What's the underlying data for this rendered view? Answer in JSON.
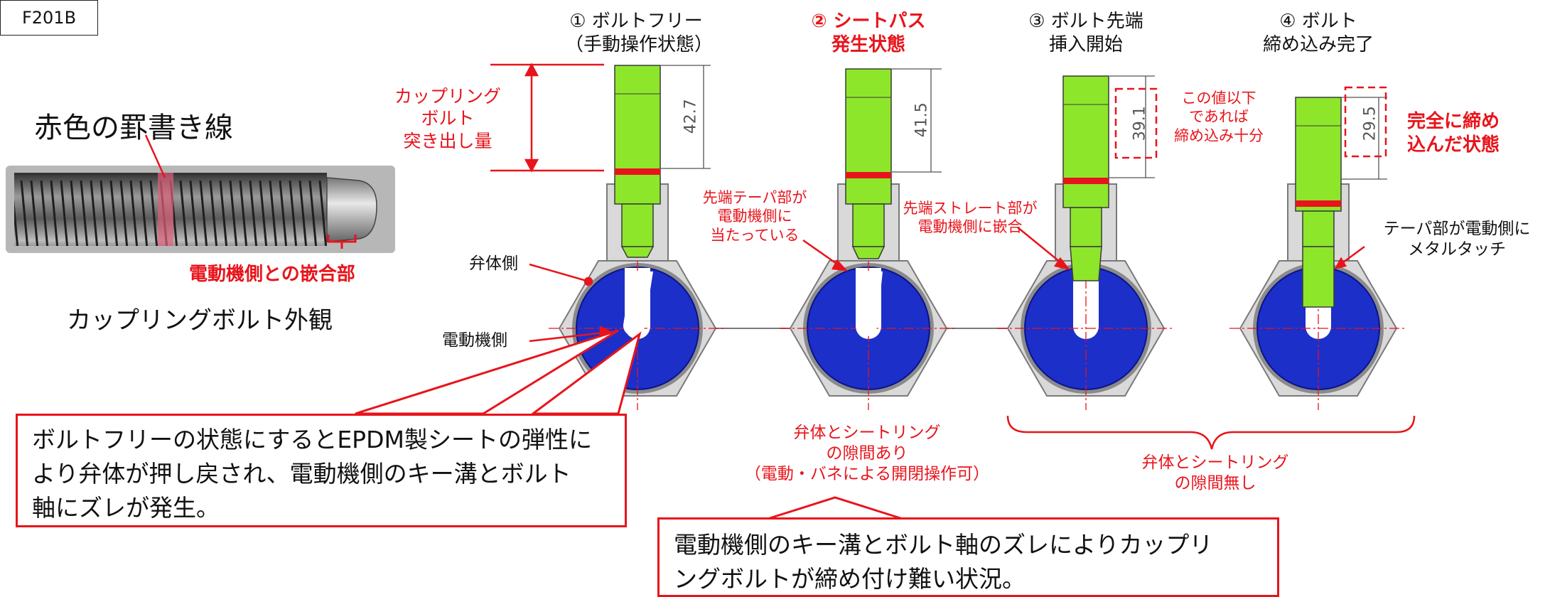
{
  "id_label": "F201B",
  "photo": {
    "scribe_label": "赤色の罫書き線",
    "fit_label": "電動機側との嵌合部",
    "caption": "カップリングボルト外観"
  },
  "steps": [
    {
      "title1": "① ボルトフリー",
      "title2": "（手動操作状態）",
      "highlight": false,
      "dim": "42.7"
    },
    {
      "title1": "② シートパス",
      "title2": "発生状態",
      "highlight": true,
      "dim": "41.5"
    },
    {
      "title1": "③ ボルト先端",
      "title2": "挿入開始",
      "highlight": false,
      "dim": "39.1"
    },
    {
      "title1": "④ ボルト",
      "title2": "締め込み完了",
      "highlight": false,
      "dim": "29.5"
    }
  ],
  "labels": {
    "protrusion": [
      "カップリング",
      "ボルト",
      "突き出し量"
    ],
    "valve_side": "弁体側",
    "motor_side": "電動機側",
    "taper_contact": [
      "先端テーパ部が",
      "電動機側に",
      "当たっている"
    ],
    "straight_fit": [
      "先端ストレート部が",
      "電動機側に嵌合"
    ],
    "threshold": [
      "この値以下",
      "であれば",
      "締め込み十分"
    ],
    "fully_tight": [
      "完全に締め",
      "込んだ状態"
    ],
    "metal_touch": [
      "テーパ部が電動側に",
      "メタルタッチ"
    ],
    "gap_exists": [
      "弁体とシートリング",
      "の隙間あり",
      "（電動・バネによる開閉操作可）"
    ],
    "no_gap": [
      "弁体とシートリング",
      "の隙間無し"
    ]
  },
  "callouts": {
    "left": [
      "ボルトフリーの状態にするとEPDM製シートの弾性に",
      "より弁体が押し戻され、電動機側のキー溝とボルト",
      "軸にズレが発生。"
    ],
    "bottom": [
      "電動機側のキー溝とボルト軸のズレによりカップリ",
      "ングボルトが締め付け難い状況。"
    ]
  },
  "colors": {
    "accent_red": "#e8141b",
    "bolt_green": "#8ee62b",
    "disc_blue": "#1c2fc9",
    "body_gray": "#d8d8d8"
  }
}
